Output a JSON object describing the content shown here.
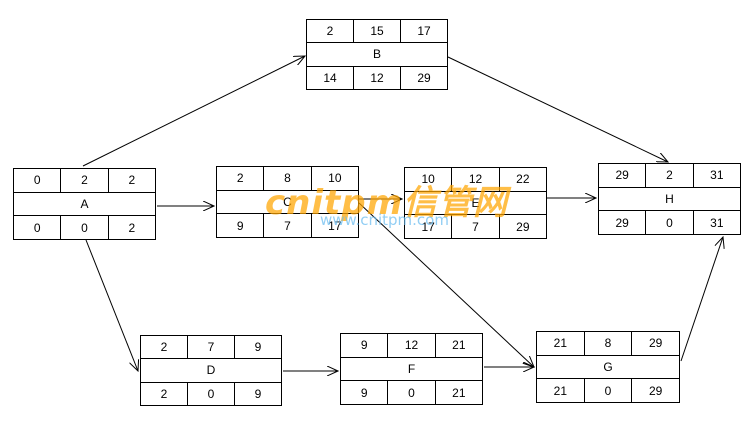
{
  "nodes": {
    "A": {
      "name": "A",
      "top": [
        "0",
        "2",
        "2"
      ],
      "bottom": [
        "0",
        "0",
        "2"
      ]
    },
    "B": {
      "name": "B",
      "top": [
        "2",
        "15",
        "17"
      ],
      "bottom": [
        "14",
        "12",
        "29"
      ]
    },
    "C": {
      "name": "C",
      "top": [
        "2",
        "8",
        "10"
      ],
      "bottom": [
        "9",
        "7",
        "17"
      ]
    },
    "D": {
      "name": "D",
      "top": [
        "2",
        "7",
        "9"
      ],
      "bottom": [
        "2",
        "0",
        "9"
      ]
    },
    "E": {
      "name": "E",
      "top": [
        "10",
        "12",
        "22"
      ],
      "bottom": [
        "17",
        "7",
        "29"
      ]
    },
    "F": {
      "name": "F",
      "top": [
        "9",
        "12",
        "21"
      ],
      "bottom": [
        "9",
        "0",
        "21"
      ]
    },
    "G": {
      "name": "G",
      "top": [
        "21",
        "8",
        "29"
      ],
      "bottom": [
        "21",
        "0",
        "29"
      ]
    },
    "H": {
      "name": "H",
      "top": [
        "29",
        "2",
        "31"
      ],
      "bottom": [
        "29",
        "0",
        "31"
      ]
    }
  },
  "edges": [
    {
      "from": "A",
      "to": "B"
    },
    {
      "from": "A",
      "to": "C"
    },
    {
      "from": "A",
      "to": "D"
    },
    {
      "from": "B",
      "to": "H"
    },
    {
      "from": "C",
      "to": "E"
    },
    {
      "from": "C",
      "to": "G"
    },
    {
      "from": "D",
      "to": "F"
    },
    {
      "from": "F",
      "to": "G"
    },
    {
      "from": "E",
      "to": "H"
    },
    {
      "from": "G",
      "to": "H"
    }
  ],
  "watermark": {
    "main": "cnitpm信管网",
    "sub": "www.cnitpm.com"
  },
  "colors": {
    "line": "#000000",
    "watermark": "#ffa500"
  }
}
